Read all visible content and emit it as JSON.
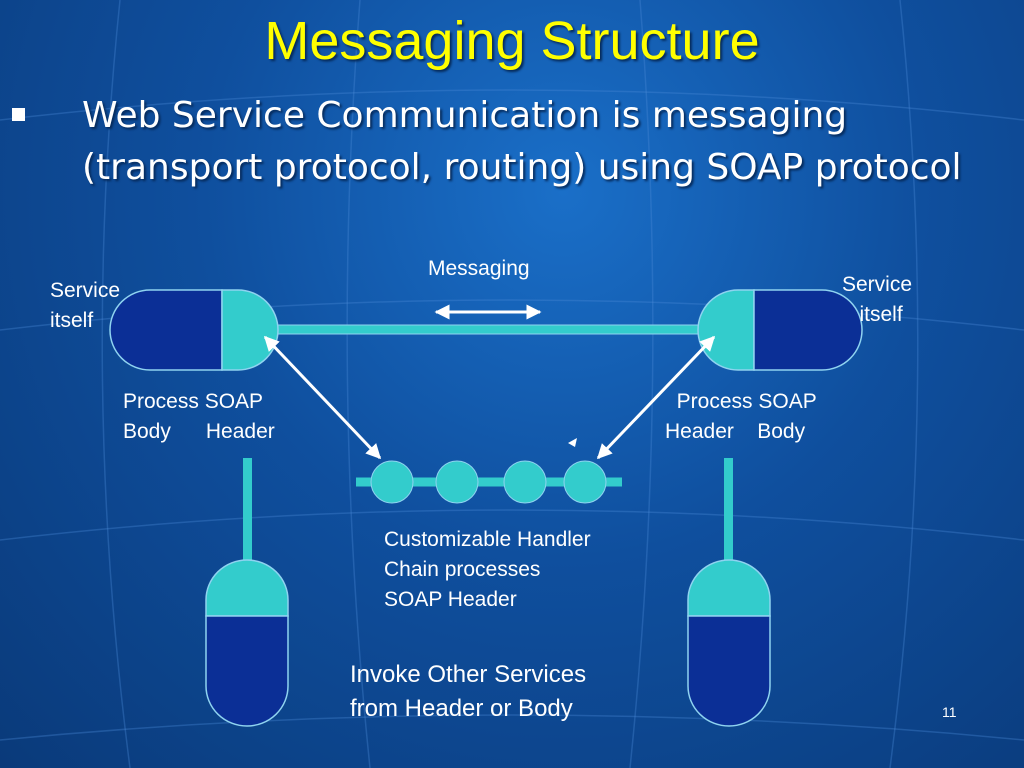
{
  "slide": {
    "title": "Messaging Structure",
    "bullet": "Web Service Communication is messaging (transport protocol, routing) using SOAP protocol",
    "slide_number": "11"
  },
  "diagram": {
    "messaging_label": "Messaging",
    "left_service_label": "Service\nitself",
    "right_service_label": "Service\n   itself",
    "left_process_label": "Process SOAP\nBody      Header",
    "right_process_label": "  Process SOAP\nHeader    Body",
    "handler_label": "Customizable Handler\nChain processes\nSOAP Header",
    "invoke_label": "Invoke Other Services\nfrom Header or Body",
    "colors": {
      "dark_blue": "#0b2f96",
      "teal": "#33cccc",
      "outline": "#8fd3f0",
      "title": "#ffff00",
      "arrow": "#ffffff"
    }
  }
}
